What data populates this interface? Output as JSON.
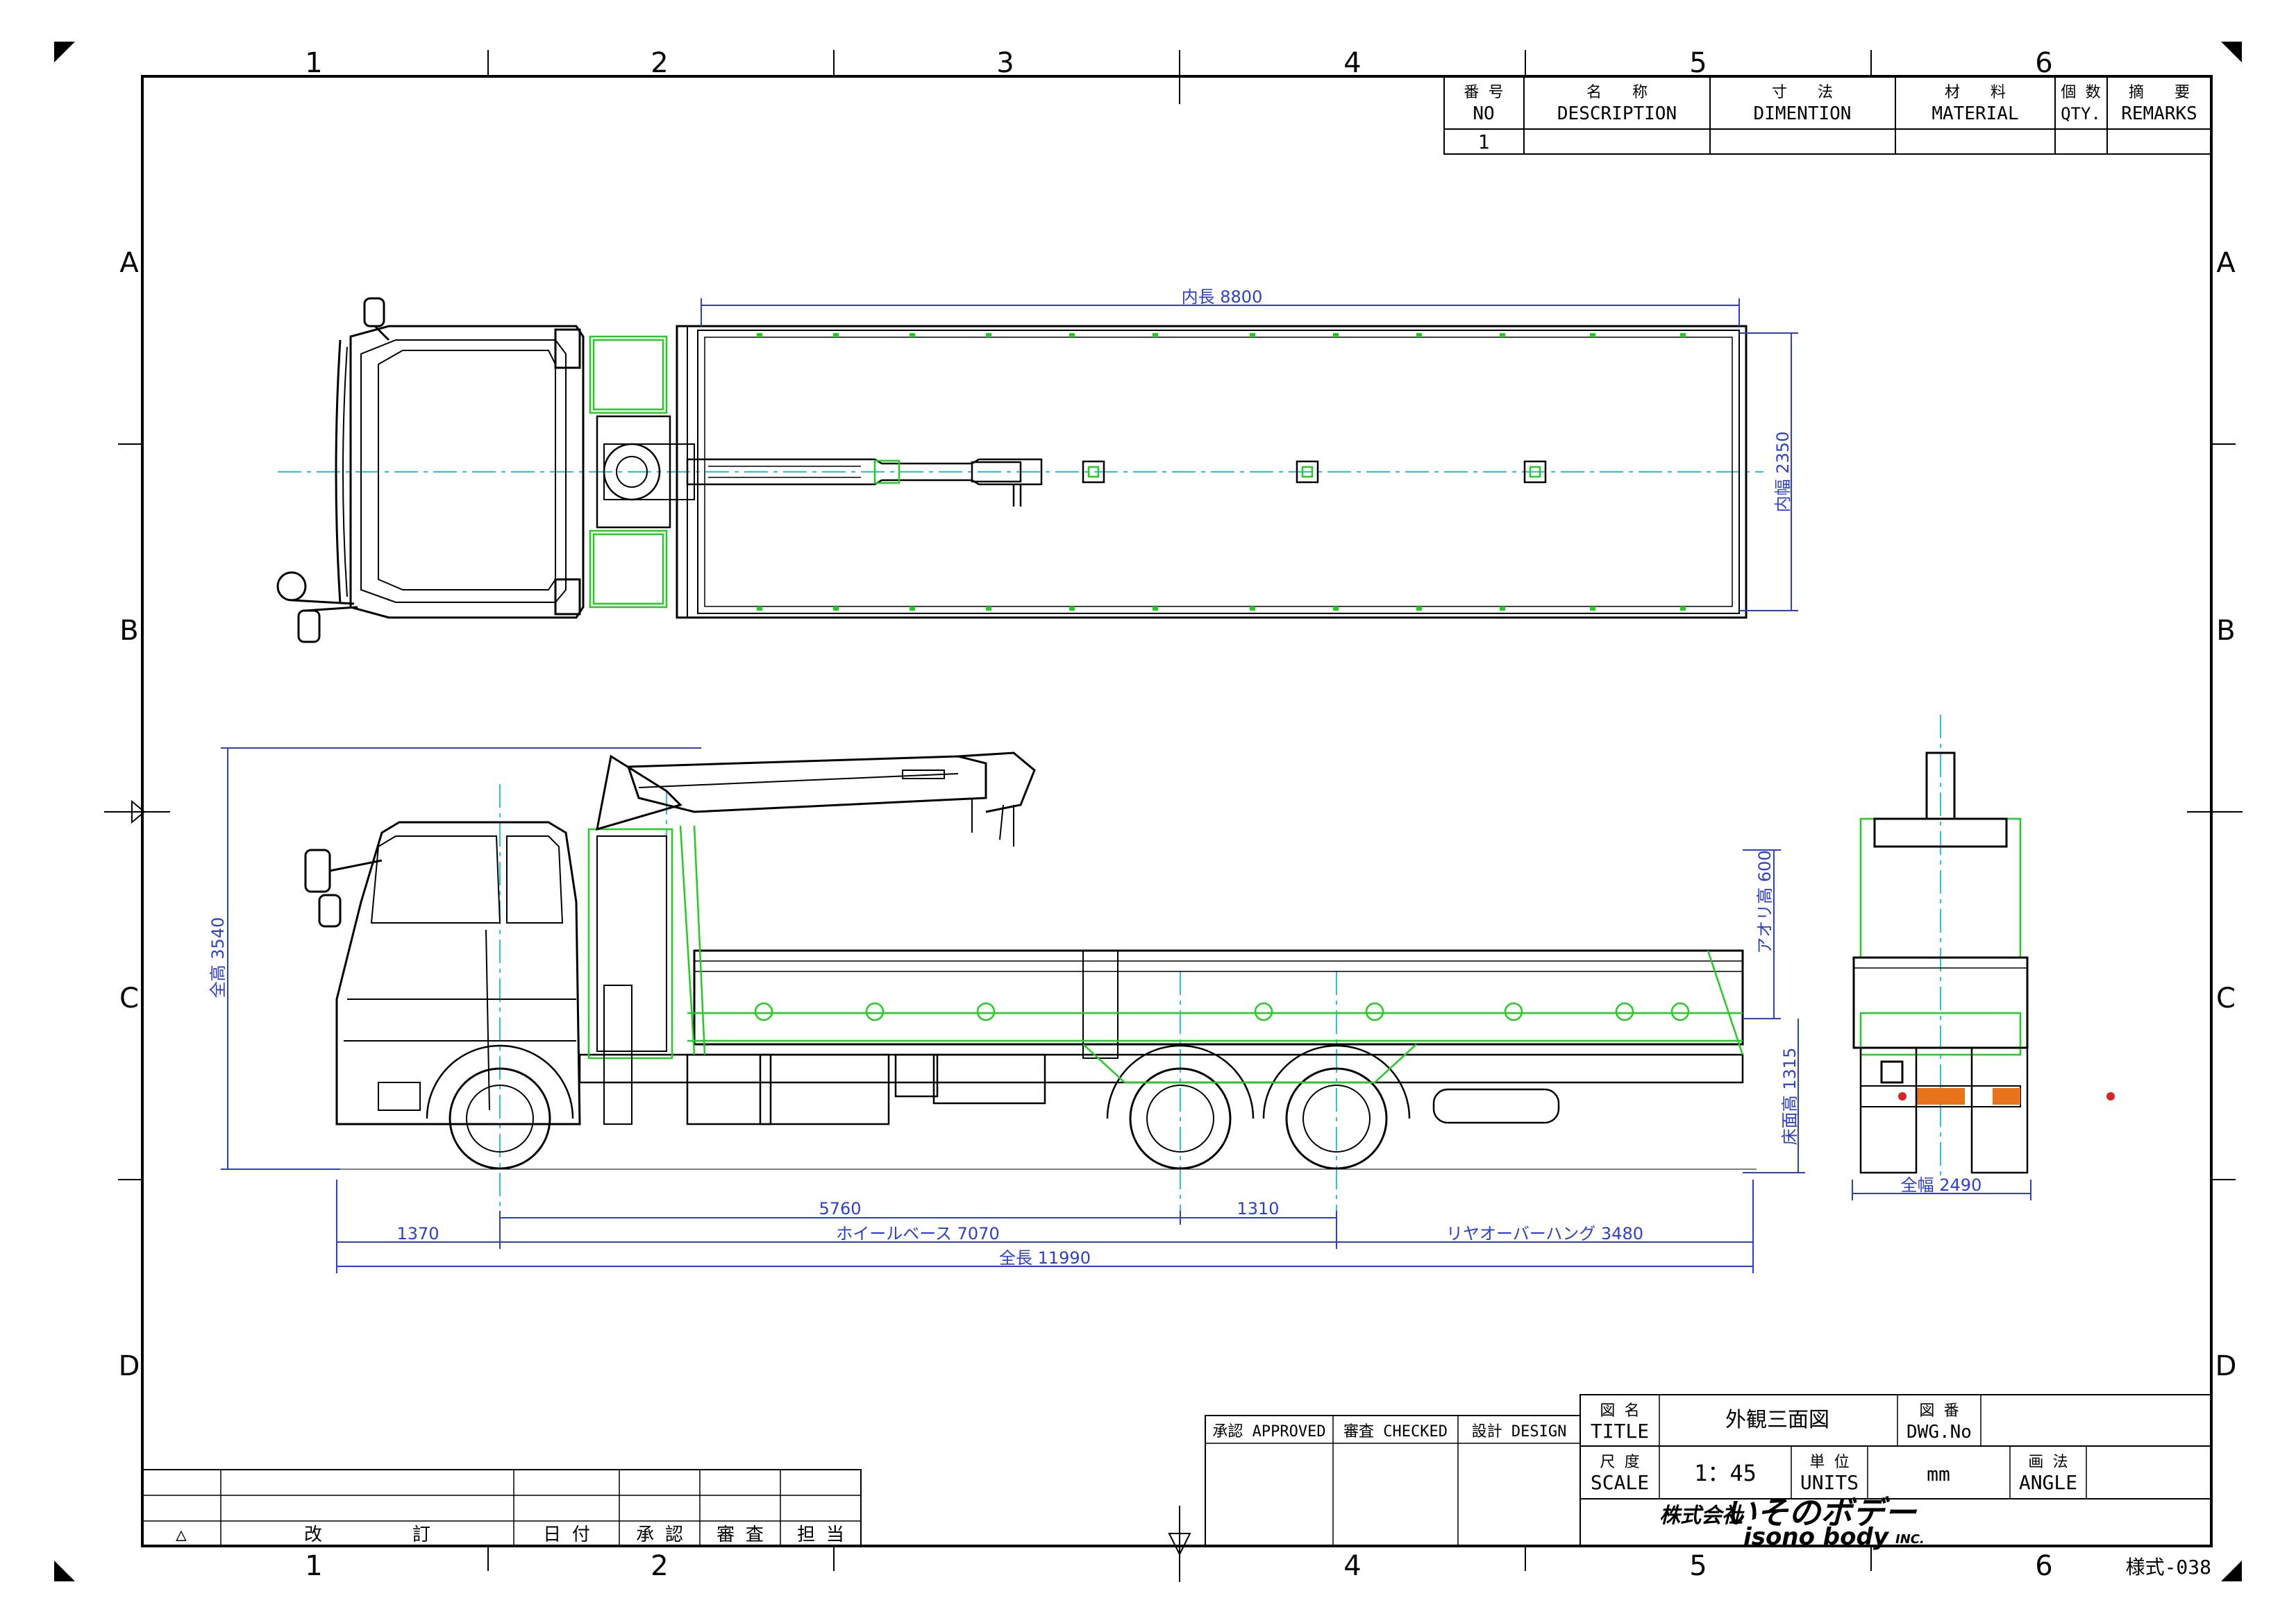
{
  "grid": {
    "columns": [
      "1",
      "2",
      "3",
      "4",
      "5",
      "6"
    ],
    "rows": [
      "A",
      "B",
      "C",
      "D"
    ]
  },
  "parts_table": {
    "headers": [
      {
        "jp": "番 号",
        "en": "NO"
      },
      {
        "jp": "名　　称",
        "en": "DESCRIPTION"
      },
      {
        "jp": "寸　　法",
        "en": "DIMENTION"
      },
      {
        "jp": "材　　料",
        "en": "MATERIAL"
      },
      {
        "jp": "個 数",
        "en": "QTY."
      },
      {
        "jp": "摘　　要",
        "en": "REMARKS"
      }
    ],
    "rows": [
      {
        "no": "1",
        "description": "",
        "dimention": "",
        "material": "",
        "qty": "",
        "remarks": ""
      }
    ]
  },
  "dimensions": {
    "inner_length": "内長 8800",
    "inner_width": "内幅 2350",
    "overall_height": "全高 3540",
    "gate_height": "アオリ高 600",
    "floor_height": "床面高 1315",
    "overall_width": "全幅 2490",
    "front_overhang": "1370",
    "dim_5760": "5760",
    "dim_1310": "1310",
    "wheelbase": "ホイールベース 7070",
    "rear_overhang": "リヤオーバーハング 3480",
    "overall_length": "全長 11990"
  },
  "revision_table": {
    "headers": [
      "△",
      "改　　　　　訂",
      "日 付",
      "承 認",
      "審 査",
      "担 当"
    ]
  },
  "approval": {
    "approved": "承認 APPROVED",
    "checked": "審査 CHECKED",
    "design": "設計 DESIGN"
  },
  "title_block": {
    "title_label_jp": "図 名",
    "title_label_en": "TITLE",
    "title_value": "外観三面図",
    "dwg_label_jp": "図 番",
    "dwg_label_en": "DWG.No",
    "dwg_value": "",
    "scale_label_jp": "尺 度",
    "scale_label_en": "SCALE",
    "scale_value": "1：45",
    "units_label_jp": "単 位",
    "units_label_en": "UNITS",
    "units_value": "mm",
    "angle_label_jp": "画 法",
    "angle_label_en": "ANGLE",
    "company_jp_prefix": "株式会社",
    "company_jp": "いそのボデー",
    "company_en": "isono body",
    "company_en_suffix": "INC."
  },
  "form_no": "様式-038"
}
